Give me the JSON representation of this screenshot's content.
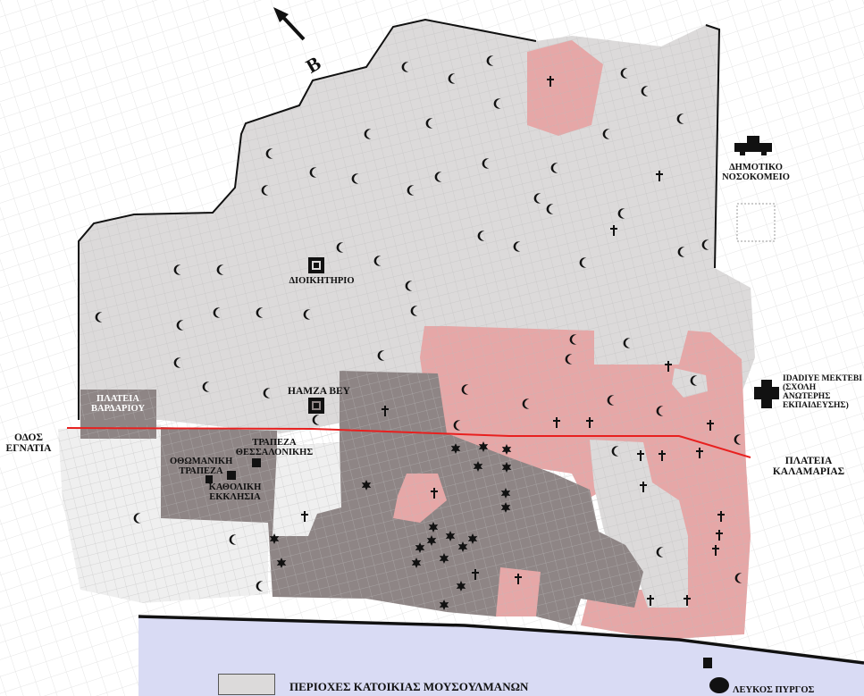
{
  "map": {
    "colors": {
      "background": "#ffffff",
      "street_grid": "#d8d8d8",
      "muslim_area": "#dcdada",
      "christian_area": "#e6a7a7",
      "jewish_area": "#8e8585",
      "central_public": "#efefef",
      "sea": "#d9dbf4",
      "egnatia_line": "#e8201f",
      "wall": "#111111",
      "symbol": "#111111"
    },
    "labels": {
      "north_letter": "B",
      "dioikitirio": "ΔΙΟΙΚΗΤΗΡΙΟ",
      "hamza_bey": "ΗΑΜΖΑ ΒΕΥ",
      "plateia_vardariou": "ΠΛΑΤΕΙΑ ΒΑΡΔΑΡΙΟΥ",
      "odos_egnatia": "ΟΔΟΣ ΕΓΝΑΤΙΑ",
      "trapeza_thessalonikis": "ΤΡΑΠΕΖΑ ΘΕΣΣΑΛΟΝΙΚΗΣ",
      "othomaniki_trapeza": "ΟΘΩΜΑΝΙΚΗ ΤΡΑΠΕΖΑ",
      "katholiki_ekklisia": "ΚΑΘΟΛΙΚΗ ΕΚΚΛΗΣΙΑ",
      "dimotiko_nosokomeio": "ΔΗΜΟΤΙΚΟ ΝΟΣΟΚΟΜΕΙΟ",
      "idadiye_mektebi": "IDADIYE ΜΕΚΤΕΒΙ (ΣΧΟΛΗ ΑΝΩΤΕΡΗΣ ΕΚΠΑΙΔΕΥΣΗΣ)",
      "plateia_kalamarias": "ΠΛΑΤΕΙΑ ΚΑΛΑΜΑΡΙΑΣ",
      "lefkos_pyrgos": "ΛΕΥΚΟΣ ΠΥΡΓΟΣ"
    },
    "legend": {
      "items": [
        {
          "label": "ΠΕΡΙΟΧΕΣ ΚΑΤΟΙΚΙΑΣ ΜΟΥΣΟΥΛΜΑΝΩΝ",
          "color": "#dcdada"
        }
      ]
    },
    "symbols": {
      "crescent": [
        [
          455,
          75
        ],
        [
          550,
          68
        ],
        [
          507,
          88
        ],
        [
          700,
          82
        ],
        [
          723,
          102
        ],
        [
          482,
          138
        ],
        [
          763,
          133
        ],
        [
          413,
          150
        ],
        [
          680,
          150
        ],
        [
          303,
          172
        ],
        [
          352,
          193
        ],
        [
          399,
          200
        ],
        [
          492,
          198
        ],
        [
          298,
          213
        ],
        [
          461,
          213
        ],
        [
          545,
          183
        ],
        [
          622,
          188
        ],
        [
          603,
          222
        ],
        [
          540,
          264
        ],
        [
          580,
          276
        ],
        [
          697,
          239
        ],
        [
          764,
          282
        ],
        [
          791,
          274
        ],
        [
          617,
          234
        ],
        [
          424,
          292
        ],
        [
          200,
          302
        ],
        [
          248,
          302
        ],
        [
          382,
          277
        ],
        [
          459,
          320
        ],
        [
          654,
          294
        ],
        [
          112,
          355
        ],
        [
          244,
          350
        ],
        [
          292,
          350
        ],
        [
          345,
          352
        ],
        [
          465,
          348
        ],
        [
          203,
          364
        ],
        [
          428,
          398
        ],
        [
          638,
          402
        ],
        [
          643,
          380
        ],
        [
          703,
          384
        ],
        [
          200,
          406
        ],
        [
          232,
          433
        ],
        [
          300,
          440
        ],
        [
          522,
          436
        ],
        [
          590,
          452
        ],
        [
          685,
          448
        ],
        [
          740,
          460
        ],
        [
          827,
          492
        ],
        [
          355,
          470
        ],
        [
          513,
          476
        ],
        [
          155,
          580
        ],
        [
          262,
          604
        ],
        [
          292,
          656
        ],
        [
          690,
          505
        ],
        [
          740,
          618
        ],
        [
          828,
          647
        ],
        [
          778,
          426
        ],
        [
          558,
          116
        ]
      ],
      "cross": [
        [
          616,
          91
        ],
        [
          738,
          197
        ],
        [
          687,
          258
        ],
        [
          431,
          460
        ],
        [
          623,
          473
        ],
        [
          660,
          473
        ],
        [
          795,
          476
        ],
        [
          783,
          507
        ],
        [
          741,
          510
        ],
        [
          717,
          510
        ],
        [
          486,
          552
        ],
        [
          720,
          545
        ],
        [
          341,
          578
        ],
        [
          807,
          578
        ],
        [
          805,
          599
        ],
        [
          801,
          616
        ],
        [
          532,
          643
        ],
        [
          580,
          648
        ],
        [
          728,
          672
        ],
        [
          769,
          672
        ],
        [
          748,
          410
        ]
      ],
      "star": [
        [
          510,
          502
        ],
        [
          541,
          500
        ],
        [
          567,
          503
        ],
        [
          535,
          522
        ],
        [
          567,
          523
        ],
        [
          410,
          543
        ],
        [
          566,
          552
        ],
        [
          566,
          568
        ],
        [
          485,
          590
        ],
        [
          483,
          605
        ],
        [
          504,
          600
        ],
        [
          529,
          603
        ],
        [
          470,
          613
        ],
        [
          518,
          612
        ],
        [
          307,
          603
        ],
        [
          315,
          630
        ],
        [
          466,
          630
        ],
        [
          497,
          625
        ],
        [
          516,
          656
        ],
        [
          497,
          677
        ]
      ]
    }
  }
}
